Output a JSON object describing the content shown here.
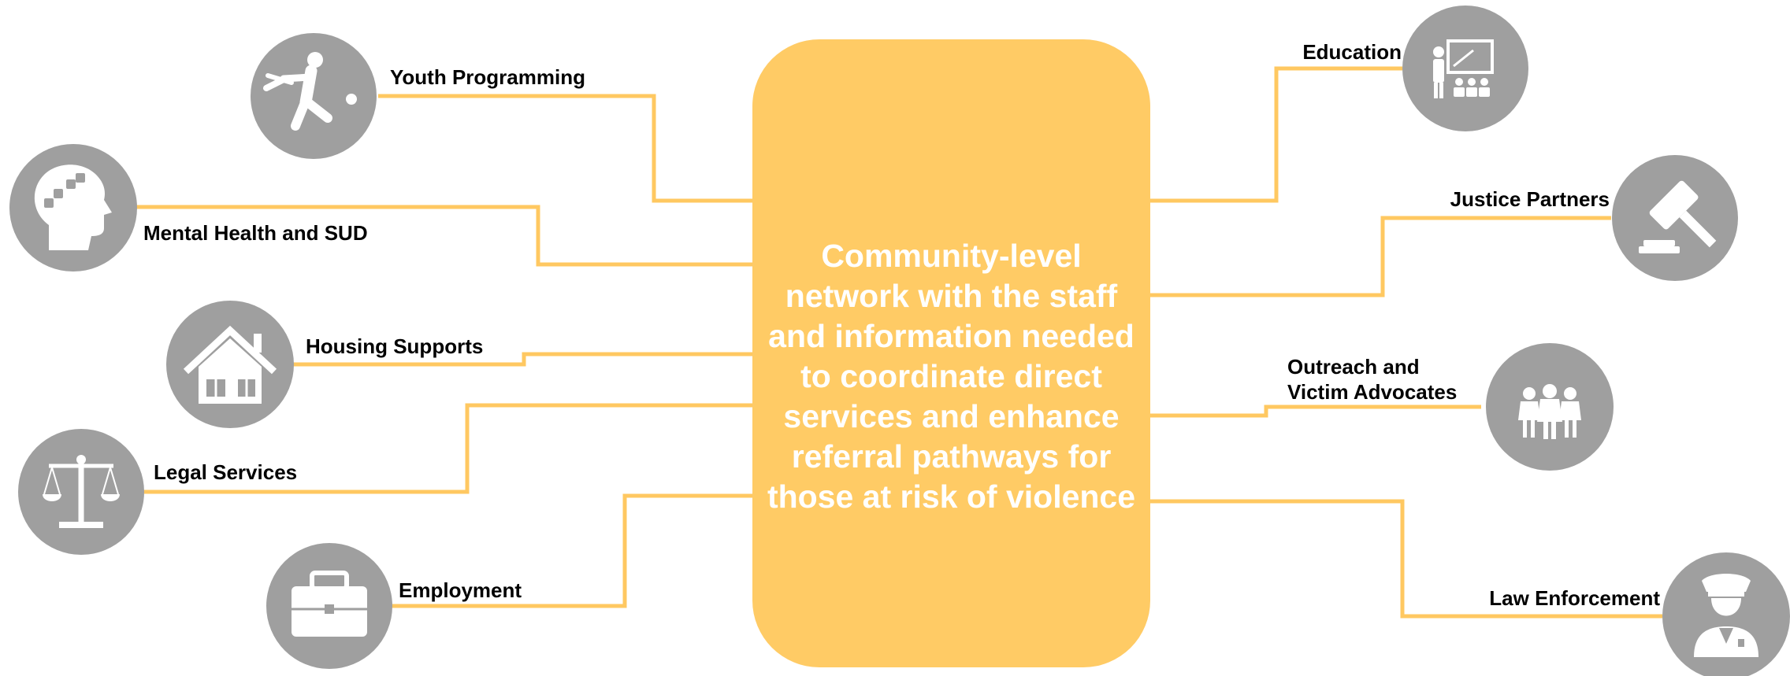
{
  "center": {
    "text": "Community-level network with the staff and information needed to coordinate direct services and enhance referral pathways for those at risk of violence",
    "icon": "network-icon"
  },
  "nodes": {
    "youth_programming": {
      "label": "Youth Programming",
      "icon": "baseball-player-icon"
    },
    "mental_health": {
      "label": "Mental Health and SUD",
      "icon": "head-puzzle-icon"
    },
    "housing": {
      "label": "Housing Supports",
      "icon": "house-icon"
    },
    "legal": {
      "label": "Legal Services",
      "icon": "scales-icon"
    },
    "employment": {
      "label": "Employment",
      "icon": "briefcase-icon"
    },
    "education": {
      "label": "Education",
      "icon": "classroom-icon"
    },
    "justice": {
      "label": "Justice Partners",
      "icon": "gavel-icon"
    },
    "outreach": {
      "label_line1": "Outreach and",
      "label_line2": "Victim Advocates",
      "icon": "people-group-icon"
    },
    "law": {
      "label": "Law Enforcement",
      "icon": "police-officer-icon"
    }
  },
  "colors": {
    "accent": "#FFCB65",
    "connector": "#FFC861",
    "icon_circle": "#9F9F9F",
    "icon_glyph": "#FFFFFF"
  }
}
